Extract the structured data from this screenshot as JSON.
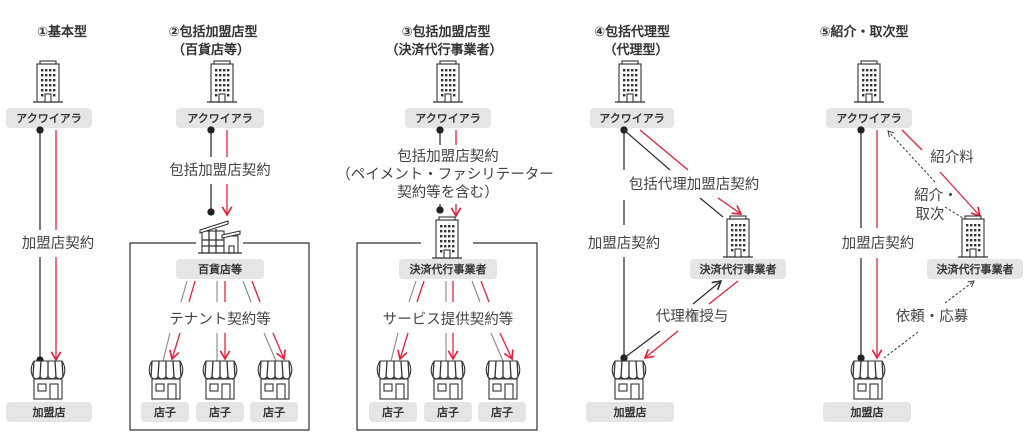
{
  "colors": {
    "red_arrow": "#e8203a",
    "dark_line": "#333333",
    "label_box": "#e5e5e5"
  },
  "icons": {
    "building": "office-building-icon",
    "store": "store-awning-icon",
    "dept_store": "department-store-icon"
  },
  "columns": [
    {
      "title_lines": [
        "①基本型"
      ],
      "top_label": "アクワイアラ",
      "contract_label": "加盟店契約",
      "bottom_label": "加盟店"
    },
    {
      "title_lines": [
        "②包括加盟店型",
        "（百貨店等）"
      ],
      "top_label": "アクワイアラ",
      "contract_label": "包括加盟店契約",
      "middle_label": "百貨店等",
      "sub_contract_label": "テナント契約等",
      "child_labels": [
        "店子",
        "店子",
        "店子"
      ]
    },
    {
      "title_lines": [
        "③包括加盟店型",
        "（決済代行事業者）"
      ],
      "top_label": "アクワイアラ",
      "contract_lines": [
        "包括加盟店契約",
        "（ペイメント・ファシリテーター",
        "契約等を含む）"
      ],
      "middle_label": "決済代行事業者",
      "sub_contract_label": "サービス提供契約等",
      "child_labels": [
        "店子",
        "店子",
        "店子"
      ]
    },
    {
      "title_lines": [
        "④包括代理型",
        "（代理型）"
      ],
      "top_label": "アクワイアラ",
      "agency_contract_label": "包括代理加盟店契約",
      "contract_label": "加盟店契約",
      "agent_label": "決済代行事業者",
      "authority_label": "代理権授与",
      "bottom_label": "加盟店"
    },
    {
      "title_lines": [
        "⑤紹介・取次型"
      ],
      "top_label": "アクワイアラ",
      "fee_label": "紹介料",
      "intro_lines": [
        "紹介・",
        "取次"
      ],
      "contract_label": "加盟店契約",
      "agent_label": "決済代行事業者",
      "request_label": "依頼・応募",
      "bottom_label": "加盟店"
    }
  ]
}
